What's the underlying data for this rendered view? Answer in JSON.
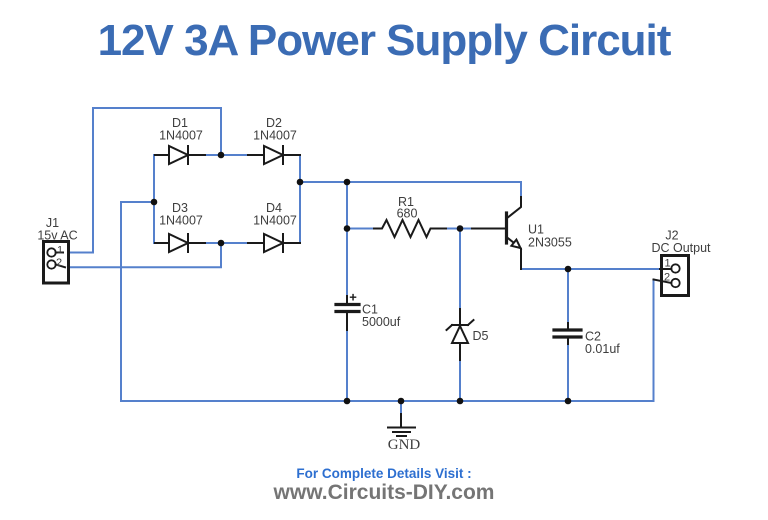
{
  "title": "12V 3A Power Supply Circuit",
  "schematic": {
    "j1": {
      "ref": "J1",
      "value": "15v AC",
      "pin1": "1",
      "pin2": "2"
    },
    "j2": {
      "ref": "J2",
      "value": "DC Output",
      "pin1": "1",
      "pin2": "2"
    },
    "d1": {
      "ref": "D1",
      "value": "1N4007"
    },
    "d2": {
      "ref": "D2",
      "value": "1N4007"
    },
    "d3": {
      "ref": "D3",
      "value": "1N4007"
    },
    "d4": {
      "ref": "D4",
      "value": "1N4007"
    },
    "d5": {
      "ref": "D5"
    },
    "r1": {
      "ref": "R1",
      "value": "680"
    },
    "c1": {
      "ref": "C1",
      "value": "5000uf",
      "polarity": "+"
    },
    "c2": {
      "ref": "C2",
      "value": "0.01uf"
    },
    "u1": {
      "ref": "U1",
      "value": "2N3055"
    },
    "gnd": {
      "label": "GND"
    }
  },
  "footer": {
    "line1": "For Complete Details Visit :",
    "line2": "www.Circuits-DIY.com"
  },
  "colors": {
    "title": "#3b6cb4",
    "wire": "#5580cc",
    "component": "#1a1a1a",
    "label": "#3e3e3e",
    "footer_blue": "#2d6fd0",
    "footer_gray": "#757575"
  }
}
